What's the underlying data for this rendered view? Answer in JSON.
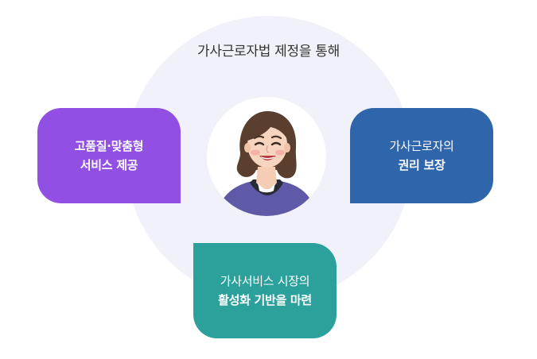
{
  "center_title": "가사근로자법 제정을 통해",
  "boxes": {
    "left": {
      "line1": "고품질·맞춤형",
      "line2": "서비스 제공",
      "color": "#9150e3"
    },
    "right": {
      "line1": "가사근로자의",
      "line2": "권리 보장",
      "color": "#2f66ab"
    },
    "bottom": {
      "line1": "가사서비스 시장의",
      "line2": "활성화 기반을 마련",
      "color": "#2ca09b"
    }
  },
  "icons": {
    "avatar": "worker-woman-avatar"
  }
}
